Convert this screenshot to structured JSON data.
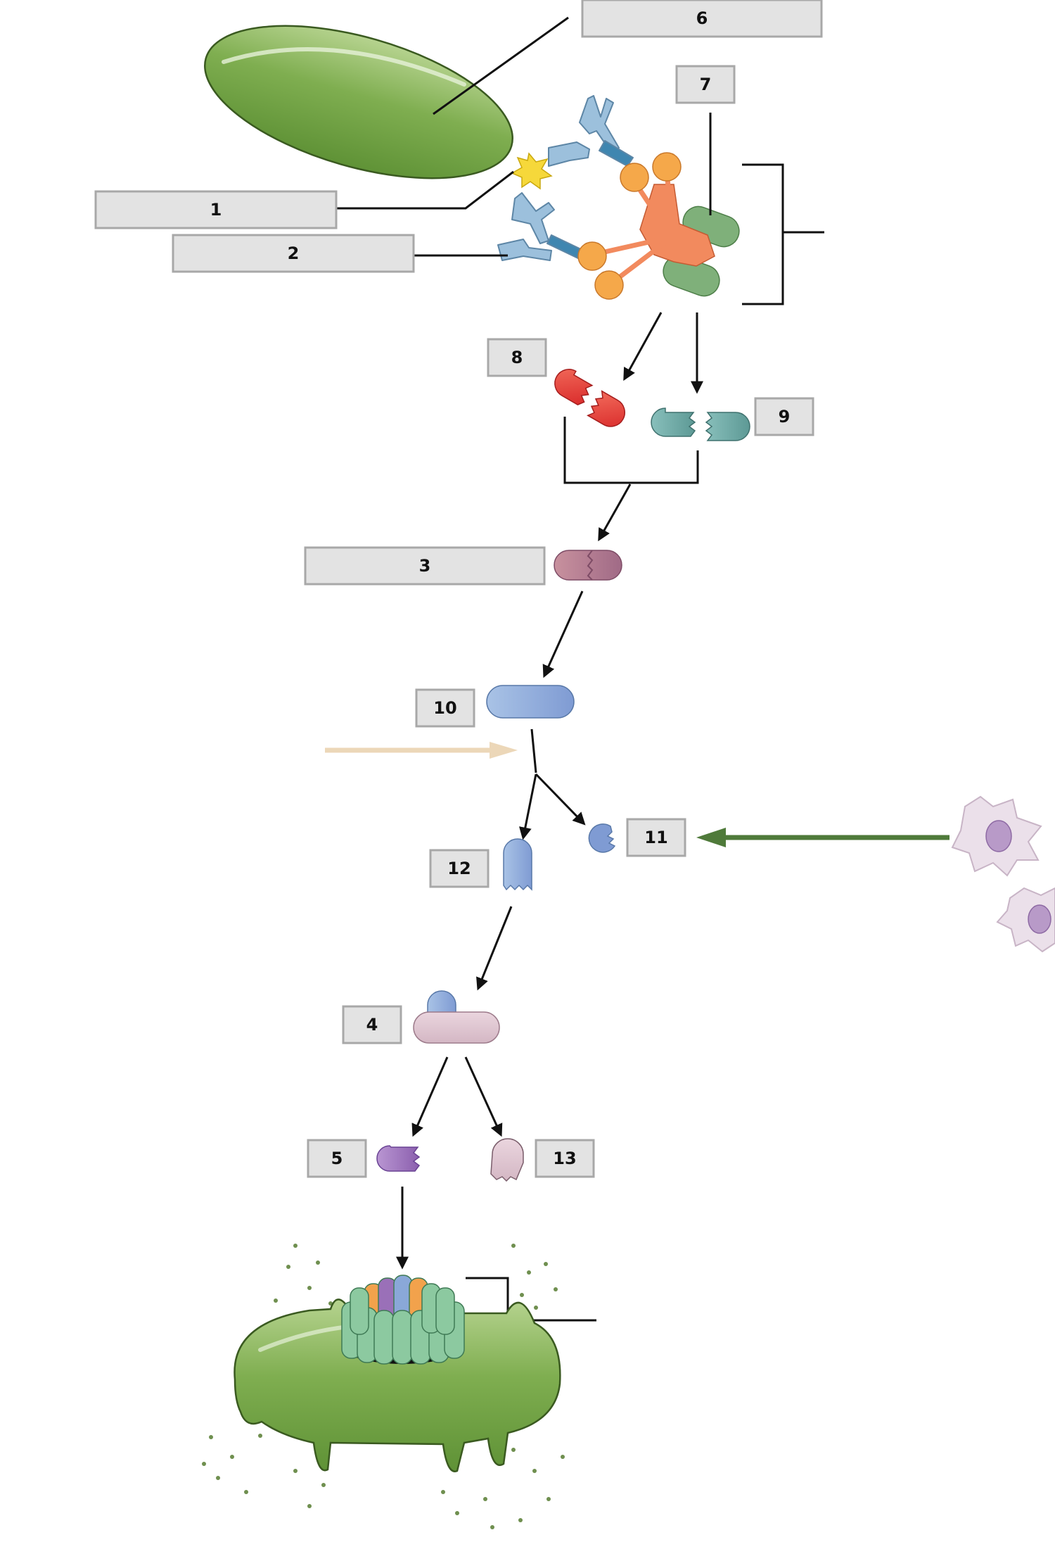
{
  "labels": {
    "l1": "1",
    "l2": "2",
    "l3": "3",
    "l4": "4",
    "l5": "5",
    "l6": "6",
    "l7": "7",
    "l8": "8",
    "l9": "9",
    "l10": "10",
    "l11": "11",
    "l12": "12",
    "l13": "13"
  },
  "colors": {
    "label_fill": "#e3e3e3",
    "label_border": "#a8a8a8",
    "bacterium": "#7aa84c",
    "antibody": "#8fb8d4",
    "c1_complex": "#f08a5d",
    "c1_spheres": "#f5a84a",
    "c4_fragment": "#e8453c",
    "c2_fragment": "#6aa9a6",
    "c3_convertase": "#b07a92",
    "c3": "#8aa8d8",
    "c5_fragment": "#9a70b8",
    "mac_ring": "#8cc9a0",
    "anaphylatoxin_arrow": "#ecd7b8",
    "phagocyte_arrow": "#4f7a3a",
    "phagocyte": "#e9dfe9"
  },
  "icons": {
    "bacterium": "bacterium-icon",
    "antibody": "antibody-icon",
    "phagocyte": "phagocyte-icon",
    "lysed_cell": "lysed-cell-icon"
  }
}
